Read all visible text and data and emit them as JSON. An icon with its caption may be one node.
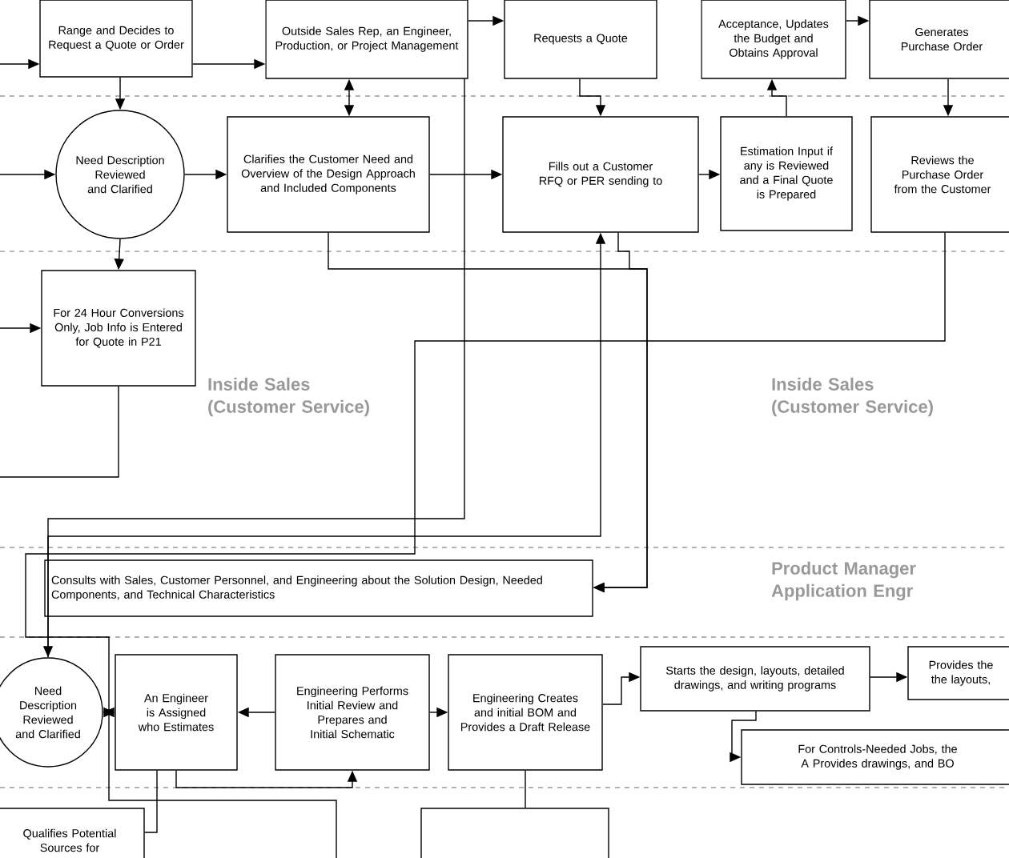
{
  "diagram": {
    "nodes": [
      {
        "text": [
          "Range and Decides to Request a Quote or Order"
        ]
      },
      {
        "text": [
          "Outside Sales Rep, an Engineer, Production, or Project Management"
        ]
      },
      {
        "text": [
          "Requests a Quote"
        ]
      },
      {
        "text": [
          "Acceptance, Updates the Budget and Obtains Approval"
        ]
      },
      {
        "text": [
          "Generates Purchase Order"
        ]
      },
      {
        "text": [
          "Need Description Reviewed and Clarified"
        ]
      },
      {
        "text": [
          "Clarifies the Customer Need and Overview of the Design Approach and Included Components"
        ]
      },
      {
        "text": [
          "Fills out a Customer RFQ or PER sending to"
        ]
      },
      {
        "text": [
          "Estimation Input if any is Reviewed and a Final Quote is Prepared"
        ]
      },
      {
        "text": [
          "Reviews the Purchase Order from the Customer"
        ]
      },
      {
        "text": [
          "For 24 Hour Conversions Only, Job Info is Entered for Quote in P21"
        ]
      },
      {
        "text": [
          "Consults with Sales, Customer Personnel, and Engineering about the Solution Design, Needed Components, and Technical Characteristics"
        ]
      },
      {
        "text": [
          "Need Description Reviewed and Clarified"
        ]
      },
      {
        "text": [
          "An Engineer is Assigned who Estimates"
        ]
      },
      {
        "text": [
          "Engineering Performs Initial Review and Prepares and Initial Schematic"
        ]
      },
      {
        "text": [
          "Engineering Creates and initial BOM and Provides a Draft Release"
        ]
      },
      {
        "text": [
          "Starts the design, layouts, detailed drawings, and writing programs"
        ]
      },
      {
        "text": [
          "Provides the the layouts,"
        ]
      },
      {
        "text": [
          "For Controls-Needed Jobs, the A Provides drawings, and BO"
        ]
      },
      {
        "text": [
          "Qualifies Potential Sources for"
        ]
      },
      {
        "text": [],
        "shape": "box"
      }
    ],
    "edges": [
      {
        "from": null,
        "to": 0,
        "arrow": "to"
      },
      {
        "from": 0,
        "to": 1,
        "arrow": "to"
      },
      {
        "from": 1,
        "to": 2,
        "arrow": "to"
      },
      {
        "from": 2,
        "to": 7,
        "arrow": "to"
      },
      {
        "from": 8,
        "to": 3,
        "arrow": "to"
      },
      {
        "from": 3,
        "to": 4,
        "arrow": "to"
      },
      {
        "from": 4,
        "to": 9,
        "arrow": "to"
      },
      {
        "from": 0,
        "to": 5,
        "arrow": "to"
      },
      {
        "from": null,
        "to": 5,
        "arrow": "to"
      },
      {
        "from": 5,
        "to": 6,
        "arrow": "to"
      },
      {
        "from": 1,
        "to": 6,
        "arrow": "both"
      },
      {
        "from": 6,
        "to": 7,
        "arrow": "to"
      },
      {
        "from": 7,
        "to": 8,
        "arrow": "to"
      },
      {
        "from": 5,
        "to": 10,
        "arrow": "to"
      },
      {
        "from": null,
        "to": 10,
        "arrow": "to"
      },
      {
        "from": 10,
        "to": null,
        "arrow": "none"
      },
      {
        "from": 6,
        "to": 11,
        "arrow": "to"
      },
      {
        "from": 7,
        "to": 11,
        "arrow": "to"
      },
      {
        "from": 1,
        "to": 12,
        "arrow": "to"
      },
      {
        "from": 12,
        "to": 7,
        "arrow": "to"
      },
      {
        "from": 9,
        "to": null,
        "arrow": "none"
      },
      {
        "from": 12,
        "to": 13,
        "arrow": "both"
      },
      {
        "from": 14,
        "to": 13,
        "arrow": "to"
      },
      {
        "from": 13,
        "to": 14,
        "arrow": "to"
      },
      {
        "from": 14,
        "to": 15,
        "arrow": "to"
      },
      {
        "from": 15,
        "to": 16,
        "arrow": "to"
      },
      {
        "from": 16,
        "to": 17,
        "arrow": "to"
      },
      {
        "from": 16,
        "to": 18,
        "arrow": "to"
      },
      {
        "from": 15,
        "to": 20,
        "arrow": "none"
      },
      {
        "from": 13,
        "to": 19,
        "arrow": "none"
      }
    ],
    "labels": [
      "Inside Sales (Customer Service)",
      "Inside Sales (Customer Service)",
      "Product Manager Application Engr"
    ]
  }
}
